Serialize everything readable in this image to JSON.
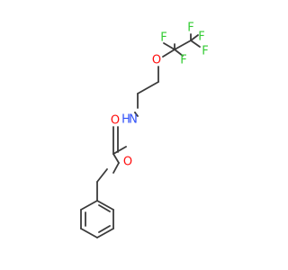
{
  "molecule": {
    "atoms": [
      {
        "id": "F1",
        "label": "F",
        "color": "#33cc33"
      },
      {
        "id": "F2",
        "label": "F",
        "color": "#33cc33"
      },
      {
        "id": "F3",
        "label": "F",
        "color": "#33cc33"
      },
      {
        "id": "F4",
        "label": "F",
        "color": "#33cc33"
      },
      {
        "id": "F5",
        "label": "F",
        "color": "#33cc33"
      },
      {
        "id": "O1",
        "label": "O",
        "color": "#ff0d0d"
      },
      {
        "id": "O2",
        "label": "O",
        "color": "#ff0d0d"
      },
      {
        "id": "O3",
        "label": "O",
        "color": "#ff0d0d"
      },
      {
        "id": "N1",
        "label": "N",
        "color": "#3050f8"
      },
      {
        "id": "H1",
        "label": "H",
        "color": "#3050f8"
      }
    ]
  }
}
